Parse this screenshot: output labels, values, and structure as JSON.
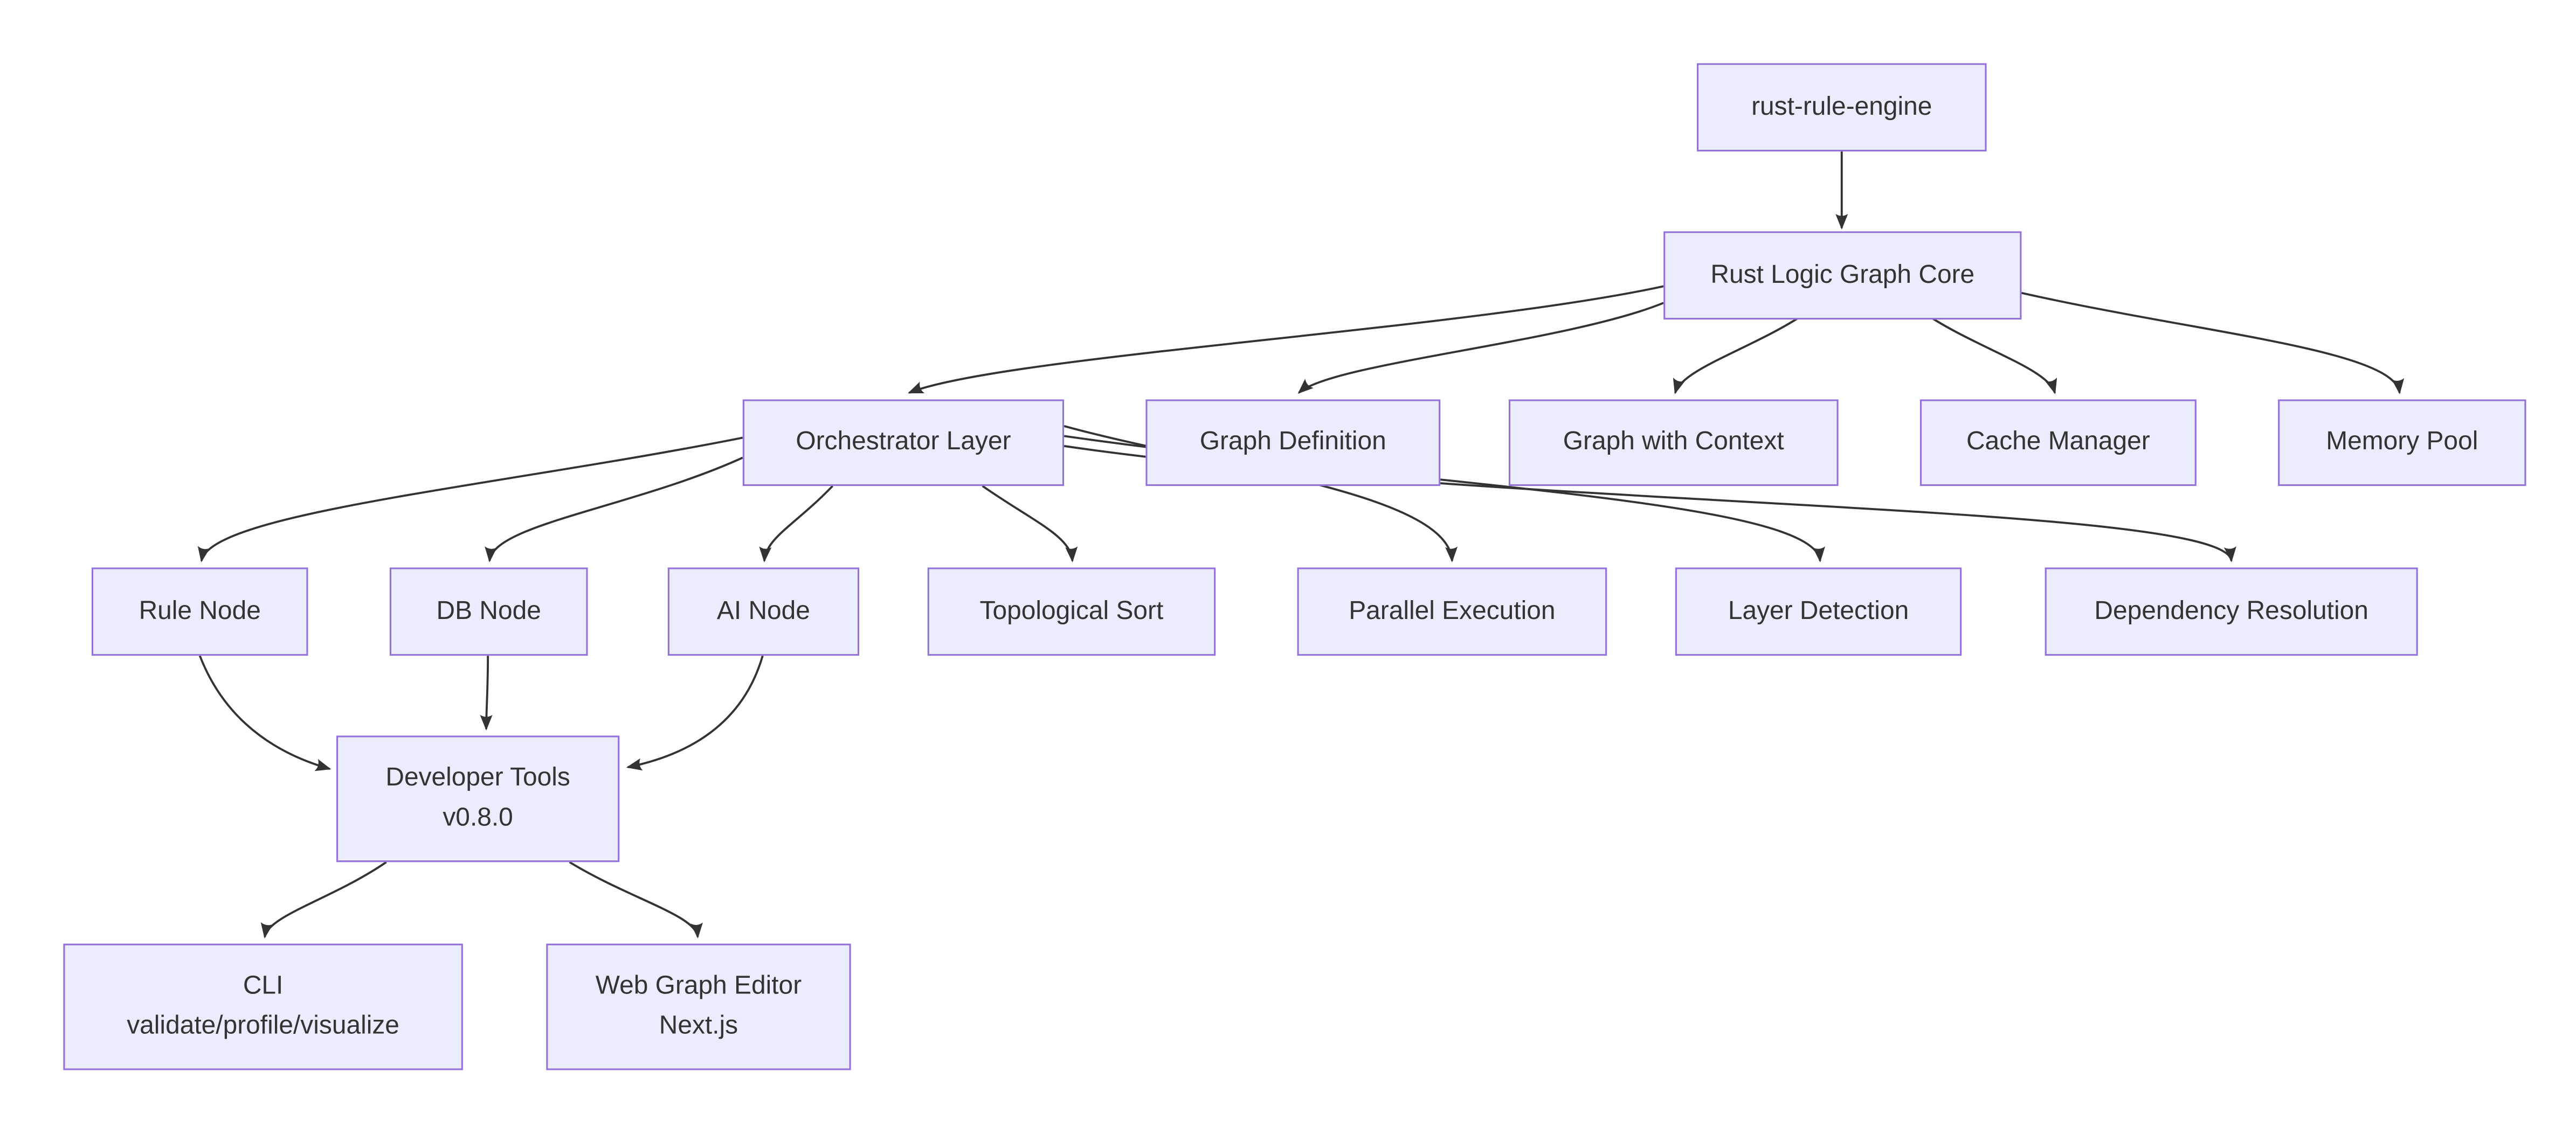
{
  "diagram": {
    "type": "flowchart",
    "direction": "top-down",
    "background_color": "#ffffff",
    "node_fill_color": "#ECECFF",
    "node_border_color": "#9370DB",
    "edge_color": "#333333",
    "text_color": "#333333",
    "nodes": {
      "root": {
        "label": "rust-rule-engine"
      },
      "core": {
        "label": "Rust Logic Graph Core"
      },
      "orchestrator": {
        "label": "Orchestrator Layer"
      },
      "graph_definition": {
        "label": "Graph Definition"
      },
      "graph_with_context": {
        "label": "Graph with Context"
      },
      "cache_manager": {
        "label": "Cache Manager"
      },
      "memory_pool": {
        "label": "Memory Pool"
      },
      "rule_node": {
        "label": "Rule Node"
      },
      "db_node": {
        "label": "DB Node"
      },
      "ai_node": {
        "label": "AI Node"
      },
      "topological_sort": {
        "label": "Topological Sort"
      },
      "parallel_execution": {
        "label": "Parallel Execution"
      },
      "layer_detection": {
        "label": "Layer Detection"
      },
      "dependency_resolution": {
        "label": "Dependency Resolution"
      },
      "developer_tools": {
        "label": "Developer Tools",
        "sublabel": "v0.8.0"
      },
      "cli": {
        "label": "CLI",
        "sublabel": "validate/profile/visualize"
      },
      "web_graph_editor": {
        "label": "Web Graph Editor",
        "sublabel": "Next.js"
      }
    },
    "edges": [
      {
        "from": "root",
        "to": "core"
      },
      {
        "from": "core",
        "to": "orchestrator"
      },
      {
        "from": "core",
        "to": "graph_definition"
      },
      {
        "from": "core",
        "to": "graph_with_context"
      },
      {
        "from": "core",
        "to": "cache_manager"
      },
      {
        "from": "core",
        "to": "memory_pool"
      },
      {
        "from": "orchestrator",
        "to": "rule_node"
      },
      {
        "from": "orchestrator",
        "to": "db_node"
      },
      {
        "from": "orchestrator",
        "to": "ai_node"
      },
      {
        "from": "orchestrator",
        "to": "topological_sort"
      },
      {
        "from": "orchestrator",
        "to": "parallel_execution"
      },
      {
        "from": "orchestrator",
        "to": "layer_detection"
      },
      {
        "from": "orchestrator",
        "to": "dependency_resolution"
      },
      {
        "from": "rule_node",
        "to": "developer_tools"
      },
      {
        "from": "db_node",
        "to": "developer_tools"
      },
      {
        "from": "ai_node",
        "to": "developer_tools"
      },
      {
        "from": "developer_tools",
        "to": "cli"
      },
      {
        "from": "developer_tools",
        "to": "web_graph_editor"
      }
    ]
  }
}
